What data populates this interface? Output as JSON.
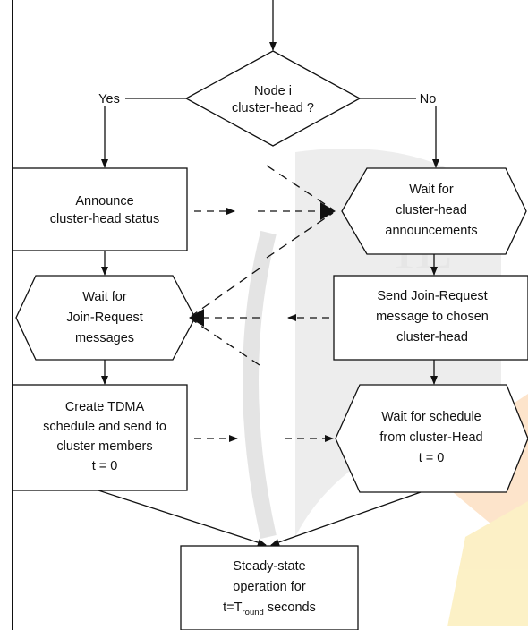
{
  "decision": {
    "line1": "Node i",
    "line2": "cluster-head ?",
    "yes": "Yes",
    "no": "No"
  },
  "left": {
    "announce": [
      "Announce",
      "cluster-head status"
    ],
    "wait_join": [
      "Wait for",
      "Join-Request",
      "messages"
    ],
    "create_tdma": [
      "Create TDMA",
      "schedule and send to",
      "cluster members",
      "t = 0"
    ]
  },
  "right": {
    "wait_announce": [
      "Wait for",
      "cluster-head",
      "announcements"
    ],
    "send_join": [
      "Send Join-Request",
      "message to chosen",
      "cluster-head"
    ],
    "wait_schedule": [
      "Wait for schedule",
      "from cluster-Head",
      "t = 0"
    ]
  },
  "steady": {
    "line1": "Steady-state",
    "line2": "operation for",
    "line3_prefix": "t=T",
    "line3_sub": "round",
    "line3_suffix": " seconds"
  },
  "colors": {
    "line": "#111111",
    "watermark_gray": "#d8d8d8",
    "watermark_orange": "#f6c79a",
    "watermark_yellow": "#fbe7a0"
  }
}
